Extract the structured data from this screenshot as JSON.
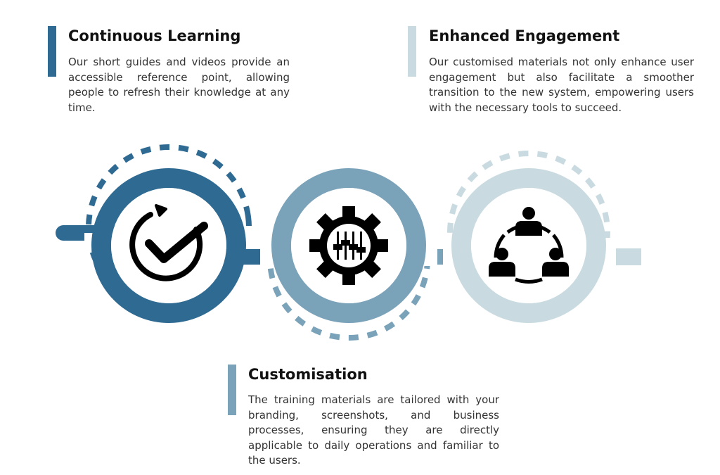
{
  "colors": {
    "dark": "#2e6a92",
    "mid": "#7aa2b9",
    "light": "#c9dbe1",
    "icon": "#000000",
    "text": "#333333",
    "heading": "#111111"
  },
  "steps": [
    {
      "title": "Continuous Learning",
      "text": "Our short guides and videos provide an accessible reference point, allowing people to refresh their knowledge at any time.",
      "icon": "refresh-check-icon",
      "color": "dark"
    },
    {
      "title": "Customisation",
      "text": "The training materials are tailored with your branding, screenshots, and business processes, ensuring they are directly applicable to daily operations and familiar to the users.",
      "icon": "gear-sliders-icon",
      "color": "mid"
    },
    {
      "title": "Enhanced Engagement",
      "text": "Our customised materials not only enhance user engagement but also facilitate a smoother transition to the new system, empowering users with the necessary tools to succeed.",
      "icon": "people-network-icon",
      "color": "light"
    }
  ]
}
